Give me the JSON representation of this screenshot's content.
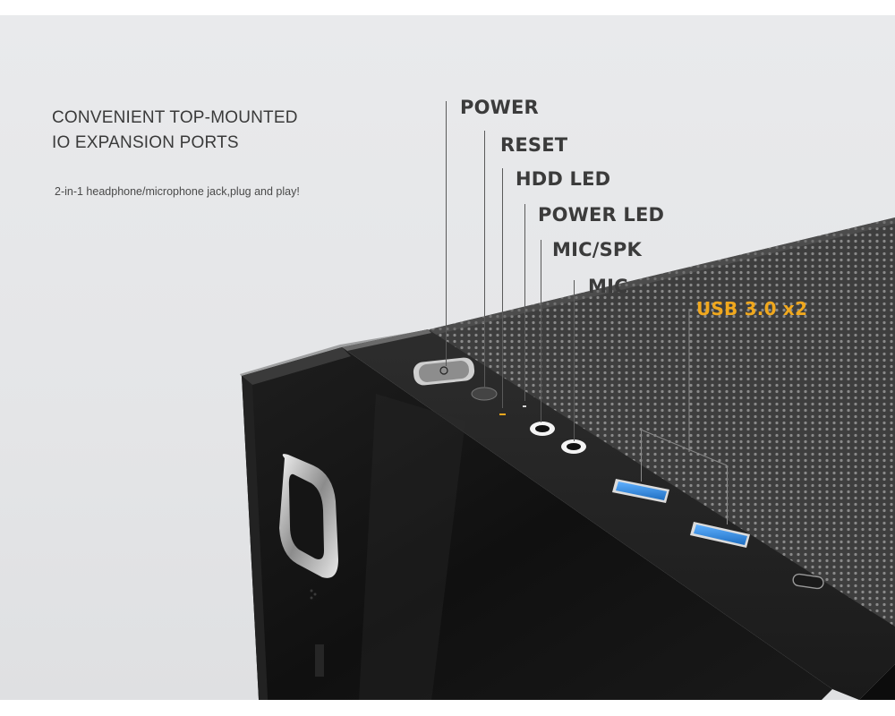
{
  "heading": {
    "line1": "CONVENIENT TOP-MOUNTED",
    "line2": "IO EXPANSION PORTS"
  },
  "tagline": "2-in-1 headphone/microphone jack,plug and play!",
  "ports": {
    "power": "POWER",
    "reset": "RESET",
    "hdd_led": "HDD LED",
    "power_led": "POWER LED",
    "mic_spk": "MIC/SPK",
    "mic": "MIC",
    "usb": "USB 3.0 x2"
  },
  "colors": {
    "accent": "#f0a81e",
    "usb_blue": "#2f86d6",
    "case_black": "#141414",
    "mesh_gray": "#4a4a4a",
    "background": "#e6e7e9"
  }
}
